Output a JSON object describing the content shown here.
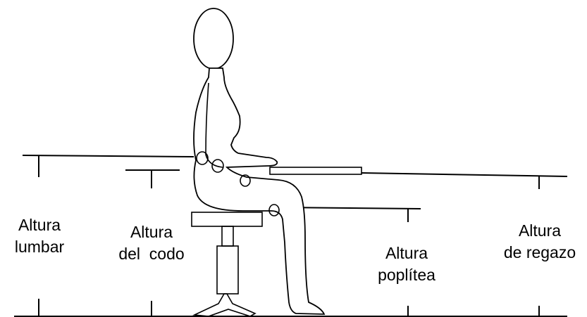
{
  "labels": {
    "lumbar": {
      "line1": "Altura",
      "line2": "lumbar"
    },
    "elbow": {
      "line1": "Altura",
      "line2": "del  codo"
    },
    "popliteal": {
      "line1": "Altura",
      "line2": "poplítea"
    },
    "lap": {
      "line1": "Altura",
      "line2": "de regazo"
    }
  }
}
